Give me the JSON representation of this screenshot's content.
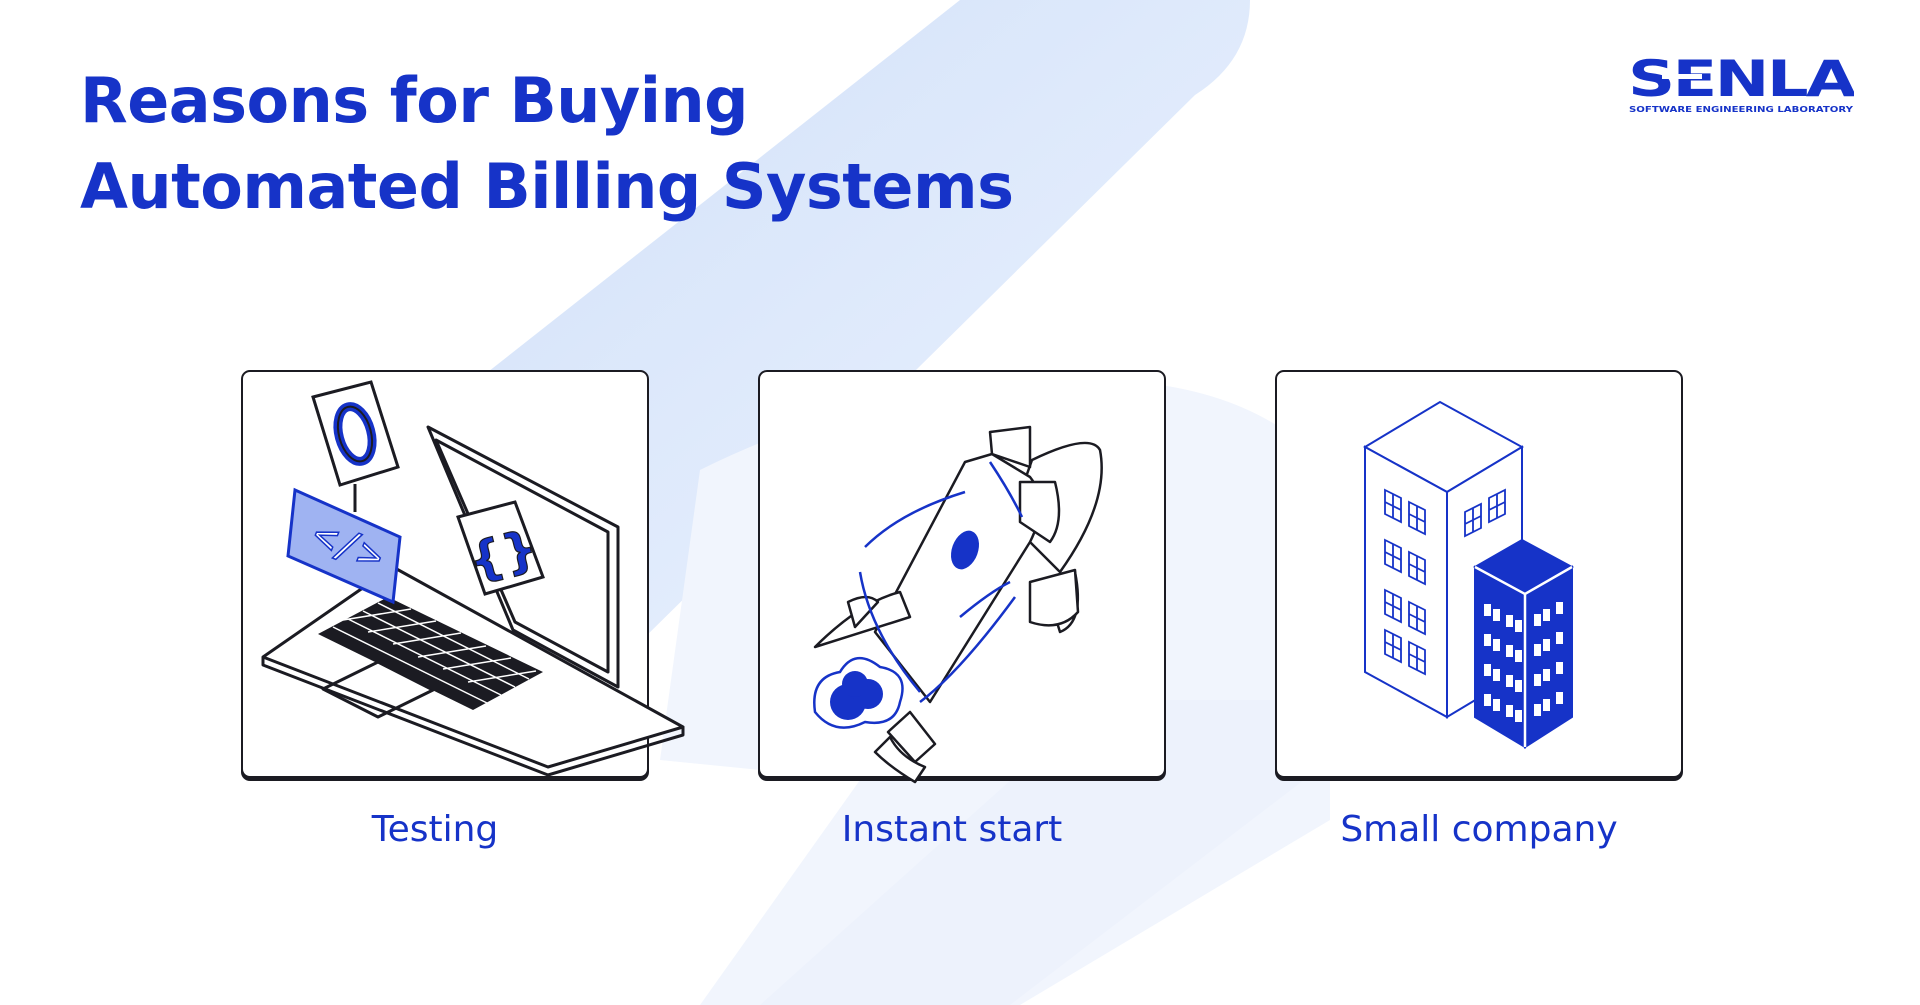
{
  "header": {
    "title_line1": "Reasons for Buying",
    "title_line2": "Automated Billing Systems"
  },
  "logo": {
    "wordmark": "SENLA",
    "tagline": "SOFTWARE ENGINEERING LABORATORY"
  },
  "cards": [
    {
      "label": "Testing",
      "icon": "laptop-code-icon"
    },
    {
      "label": "Instant start",
      "icon": "rocket-icon"
    },
    {
      "label": "Small company",
      "icon": "buildings-icon"
    }
  ],
  "colors": {
    "brand_blue": "#1633c8",
    "background_band": "#d6e4fa",
    "outline": "#1b1b22"
  }
}
